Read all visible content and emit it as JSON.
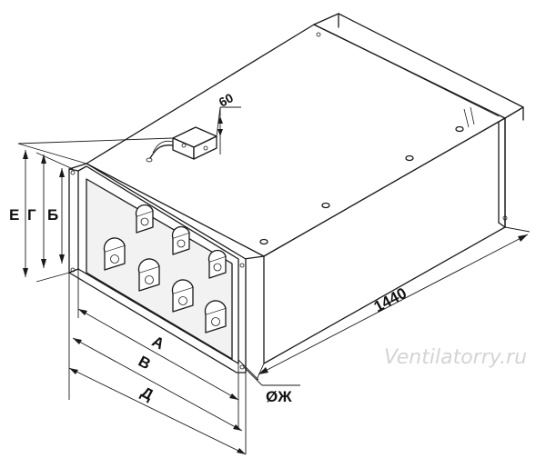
{
  "labels": {
    "length": "1440",
    "box_offset": "60",
    "dim_A": "А",
    "dim_B": "В",
    "dim_D": "Д",
    "dim_E": "Е",
    "dim_G": "Г",
    "dim_Bh": "Б",
    "dim_J": "ØЖ"
  },
  "watermark": "Ventilatorry.ru"
}
